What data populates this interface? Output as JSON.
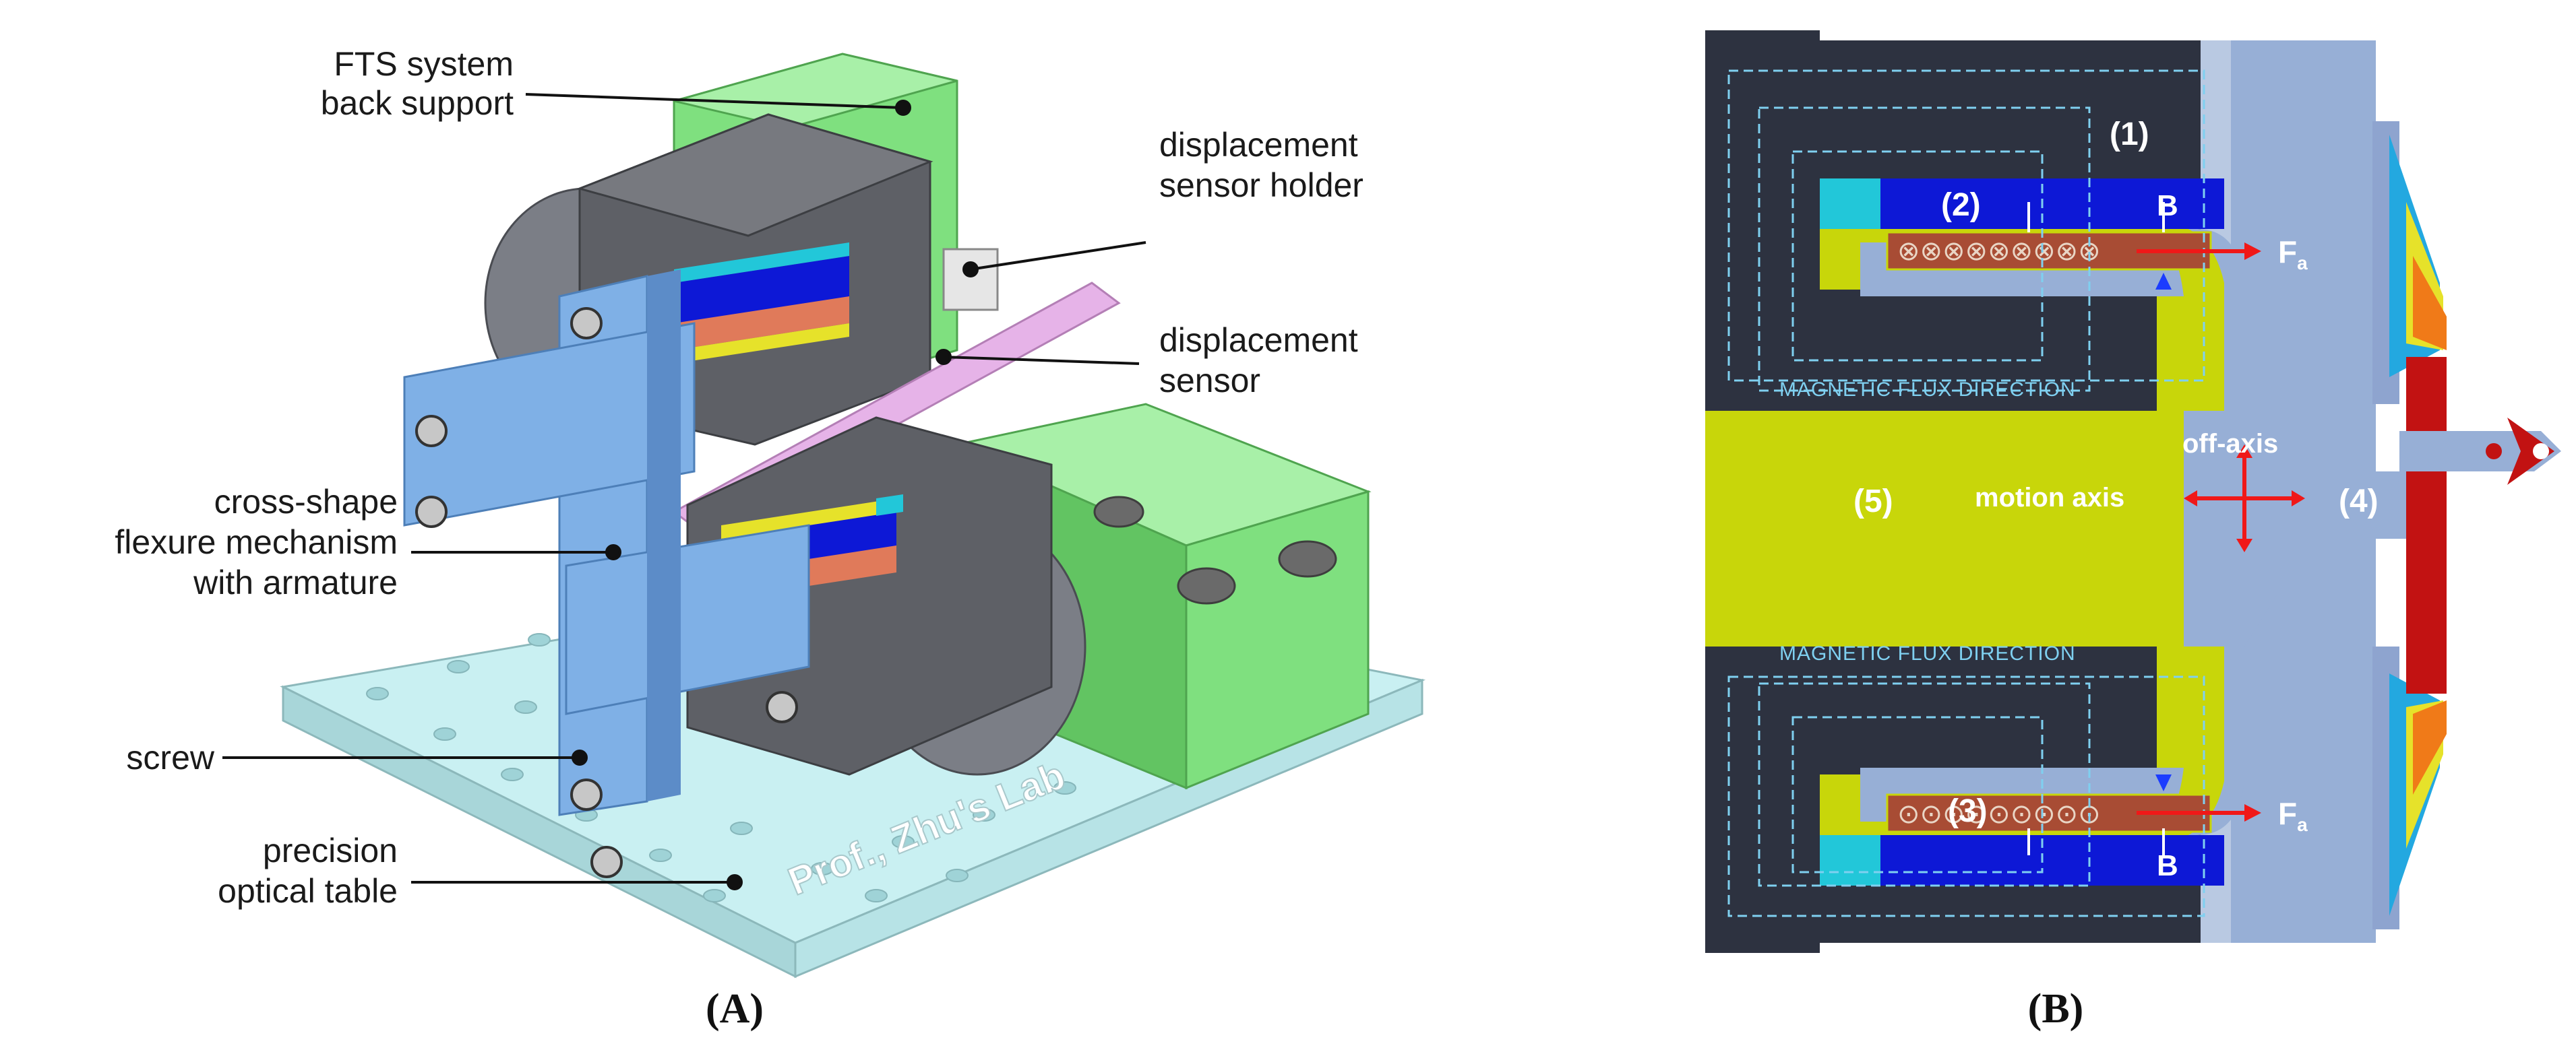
{
  "panel_a": {
    "caption": "(A)",
    "labels": {
      "back_support_1": "FTS system",
      "back_support_2": "back support",
      "sensor_holder_1": "displacement",
      "sensor_holder_2": "sensor holder",
      "sensor_1": "displacement",
      "sensor_2": "sensor",
      "flexure_1": "cross-shape",
      "flexure_2": "flexure mechanism",
      "flexure_3": "with armature",
      "screw": "screw",
      "table_1": "precision",
      "table_2": "optical table"
    },
    "watermark": "Prof., Zhu's Lab"
  },
  "panel_b": {
    "caption": "(B)",
    "labels": {
      "part1": "(1)",
      "part2": "(2)",
      "part3": "(3)",
      "part4": "(4)",
      "part5": "(5)",
      "b_top": "B",
      "b_bottom": "B",
      "fa_top": "F",
      "fa_top_sub": "a",
      "fa_bottom": "F",
      "fa_bottom_sub": "a",
      "flux_top": "MAGNETIC FLUX DIRECTION",
      "flux_bottom": "MAGNETIC FLUX DIRECTION",
      "off_axis": "off-axis",
      "motion_axis": "motion axis"
    }
  },
  "colors": {
    "core_dark": "#2d3240",
    "armature_blue": "#97afd6",
    "magnet_blue": "#0d18d6",
    "yellow_green": "#c8d60a",
    "coil_brown": "#a84c34",
    "cyan": "#22c7d9",
    "arrow_red": "#f01818",
    "support_green": "#7fe07f",
    "table_cyan": "#c9f0f2",
    "flexure_blue": "#7fb0e6",
    "coil_grey": "#585a5e",
    "sensor_pink": "#e6b3e8"
  }
}
